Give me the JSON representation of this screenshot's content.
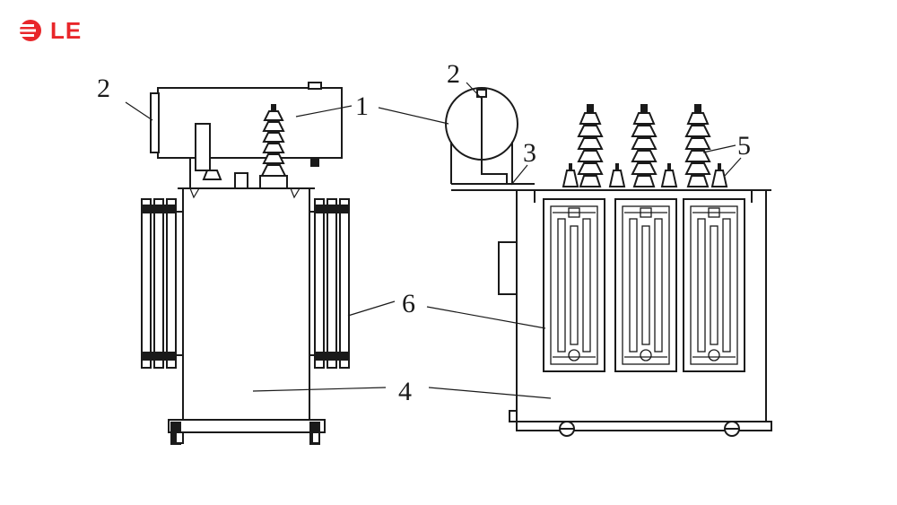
{
  "brand": {
    "logo_text": "LE",
    "logo_lettering": "OLE",
    "logo_color": "#e8262a",
    "logo_icon": "ole-logo-mark-icon"
  },
  "diagram": {
    "callouts": {
      "c1": "1",
      "c2_left": "2",
      "c2_right": "2",
      "c3": "3",
      "c4": "4",
      "c5": "5",
      "c6": "6"
    },
    "line_color": "#1a1a1a",
    "background": "#ffffff"
  }
}
